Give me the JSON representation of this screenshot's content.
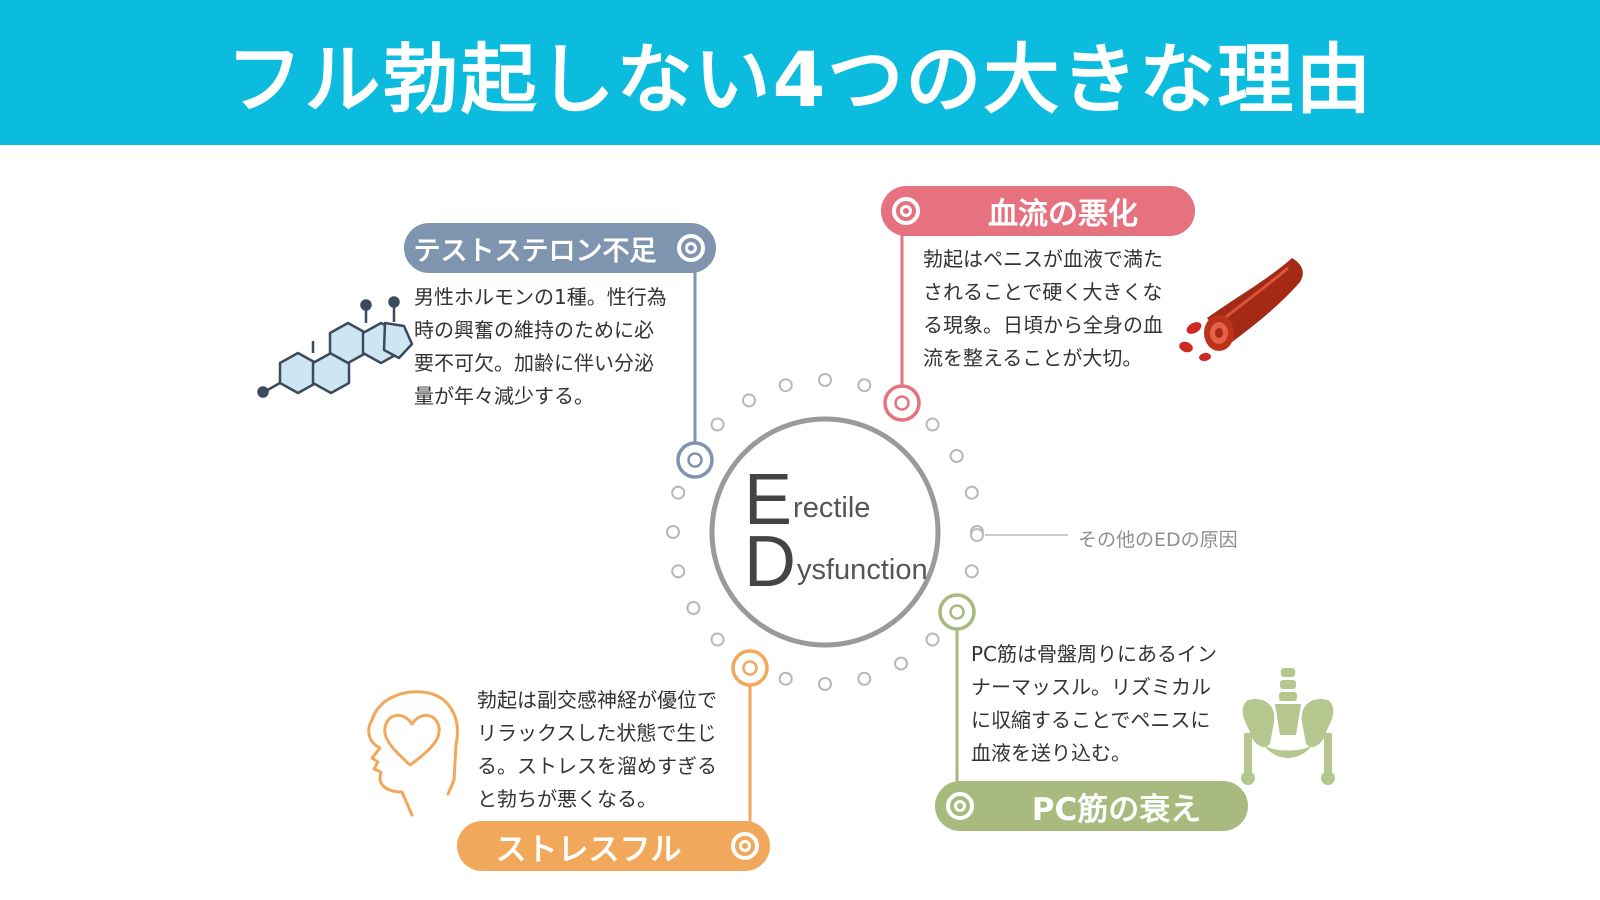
{
  "header": {
    "title": "フル勃起しない4つの大きな理由"
  },
  "center": {
    "e_letter": "E",
    "e_rest": "rectile",
    "d_letter": "D",
    "d_rest": "ysfunction"
  },
  "causes": {
    "testosterone": {
      "title": "テストステロン不足",
      "text": "男性ホルモンの1種。性行為\n時の興奮の維持のために必\n要不可欠。加齢に伴い分泌\n量が年々減少する。",
      "color": "#7f94af"
    },
    "blood_flow": {
      "title": "血流の悪化",
      "text": "勃起はペニスが血液で満た\nされることで硬く大きくな\nる現象。日頃から全身の血\n流を整えることが大切。",
      "color": "#e7727f"
    },
    "stress": {
      "title": "ストレスフル",
      "text": "勃起は副交感神経が優位で\nリラックスした状態で生じ\nる。ストレスを溜めすぎる\nと勃ちが悪くなる。",
      "color": "#f1a85a"
    },
    "pc_muscle": {
      "title": "PC筋の衰え",
      "text": "PC筋は骨盤周りにあるイン\nナーマッスル。リズミカル\nに収縮することでペニスに\n血液を送り込む。",
      "color": "#a8ba7e"
    }
  },
  "other": {
    "label": "その他のEDの原因"
  },
  "icons": [
    "steroid-molecule-icon",
    "blood-vessel-icon",
    "head-heart-icon",
    "pelvis-bone-icon"
  ]
}
